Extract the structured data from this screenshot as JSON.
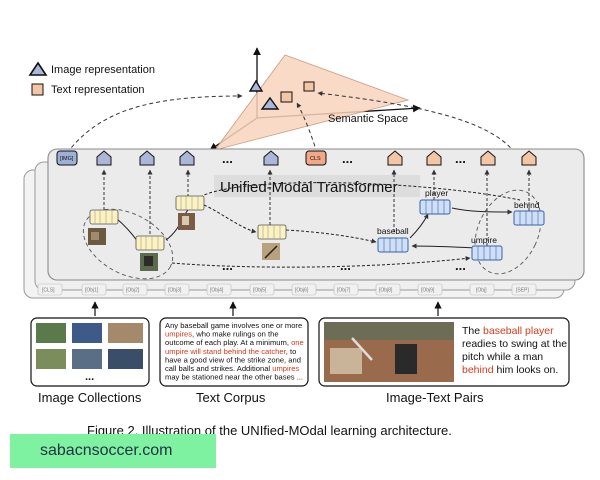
{
  "legend": {
    "image_label": "Image representation",
    "text_label": "Text representation"
  },
  "semantic_space_label": "Semantic Space",
  "transformer": {
    "title": "Unified-Modal Transformer",
    "img_token": "[IMG]",
    "cls_token": "CLS",
    "word_labels": [
      "player",
      "baseball",
      "behind",
      "umpire"
    ],
    "bottom_tokens": [
      "[CLS]",
      "[Obj1]",
      "[Obj2]",
      "[Obj3]",
      "[Obj4]",
      "[Obj5]",
      "[Obj6]",
      "[Obj7]",
      "[Obj8]",
      "[Obj9]",
      "[Obj]",
      "[SEP]"
    ]
  },
  "panels": {
    "image_collections": "Image Collections",
    "text_corpus": "Text Corpus",
    "image_text_pairs": "Image-Text Pairs",
    "corpus_lines": [
      [
        {
          "t": "Any baseball game involves one or more"
        }
      ],
      [
        {
          "t": "umpires",
          "h": true
        },
        {
          "t": ", who make rulings on the"
        }
      ],
      [
        {
          "t": "outcome of each play. At a minimum, "
        },
        {
          "t": "one",
          "h": true
        }
      ],
      [
        {
          "t": "umpire will stand behind the catcher",
          "h": true
        },
        {
          "t": ", to"
        }
      ],
      [
        {
          "t": "have a good view of the strike zone, and"
        }
      ],
      [
        {
          "t": "call balls and strikes. Additional "
        },
        {
          "t": "umpires",
          "h": true
        }
      ],
      [
        {
          "t": "may be stationed near the other bases ..."
        }
      ]
    ],
    "pair_lines": [
      [
        {
          "t": "The "
        },
        {
          "t": "baseball player",
          "h": true
        }
      ],
      [
        {
          "t": "readies to swing at the"
        }
      ],
      [
        {
          "t": "pitch while a man"
        }
      ],
      [
        {
          "t": "behind",
          "h": true
        },
        {
          "t": " him looks on."
        }
      ]
    ],
    "ellipsis": "..."
  },
  "caption": "Figure 2. Illustration of the UNIfied-MOdal learning architecture.",
  "watermark": "sabacnsoccer.com",
  "colors": {
    "image_token": "#aab7d8",
    "text_token": "#f4c6a6",
    "word_box": "#cfe0f6",
    "yellow_box": "#fbf2c0",
    "transformer_bg": "#eeeeee",
    "highlight": "#d43a1a",
    "watermark_bg": "#7ef2a0"
  }
}
